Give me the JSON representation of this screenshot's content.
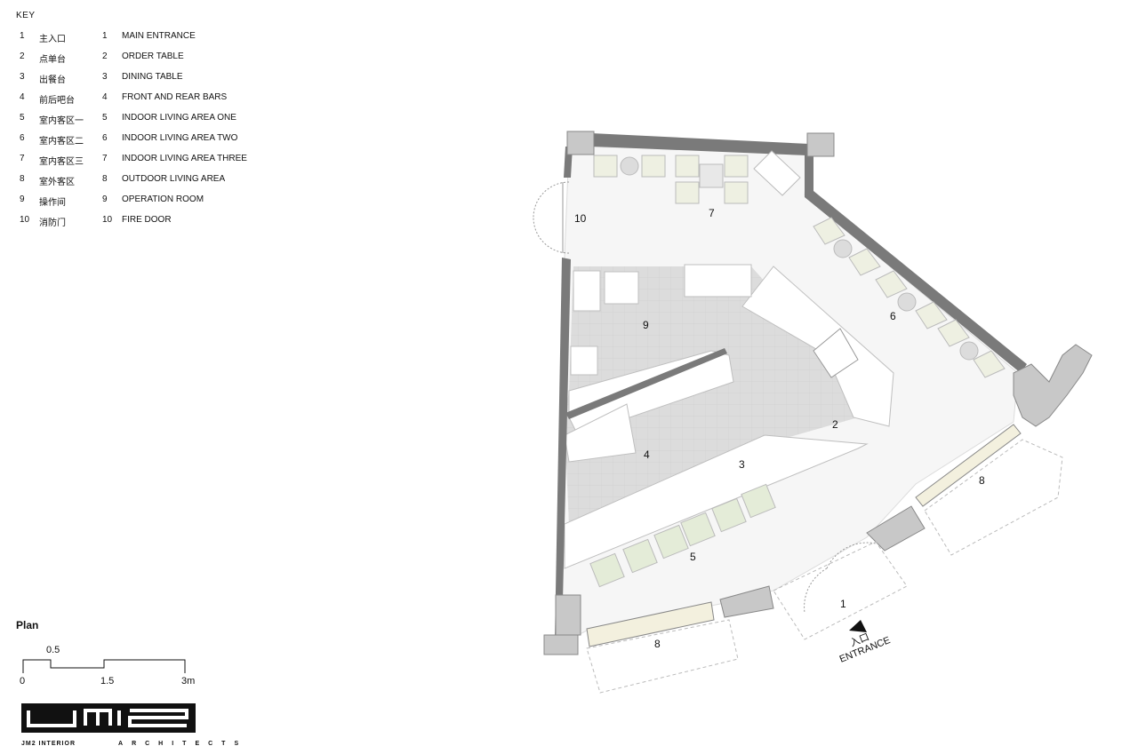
{
  "key": {
    "title": "KEY",
    "items": [
      {
        "num": "1",
        "cn": "主入口",
        "en": "MAIN ENTRANCE"
      },
      {
        "num": "2",
        "cn": "点单台",
        "en": "ORDER  TABLE"
      },
      {
        "num": "3",
        "cn": "出餐台",
        "en": "DINING TABLE"
      },
      {
        "num": "4",
        "cn": "前后吧台",
        "en": "FRONT AND REAR BARS"
      },
      {
        "num": "5",
        "cn": "室内客区一",
        "en": "INDOOR LIVING AREA ONE"
      },
      {
        "num": "6",
        "cn": "室内客区二",
        "en": "INDOOR LIVING AREA TWO"
      },
      {
        "num": "7",
        "cn": "室内客区三",
        "en": "INDOOR LIVING AREA THREE"
      },
      {
        "num": "8",
        "cn": "室外客区",
        "en": "OUTDOOR LIVING AREA"
      },
      {
        "num": "9",
        "cn": "操作间",
        "en": "OPERATION ROOM"
      },
      {
        "num": "10",
        "cn": "消防门",
        "en": "FIRE DOOR"
      }
    ]
  },
  "plan": {
    "title": "Plan",
    "scale": {
      "labels": [
        "0.5",
        "0",
        "1.5",
        "3m"
      ]
    },
    "room_labels": [
      "10",
      "7",
      "9",
      "6",
      "2",
      "4",
      "3",
      "8",
      "5",
      "1",
      "8"
    ],
    "entrance_cn": "入口",
    "entrance_en": "ENTRANCE"
  },
  "logo": {
    "text": "JM2",
    "subtitle_left": "JM2 INTERIOR",
    "subtitle_right": "ARCHITECTS"
  },
  "colors": {
    "wall": "#7a7a7a",
    "column": "#c8c8c8",
    "floor_light": "#f5f5f5",
    "floor_tile": "#dedede",
    "seat": "#eef0e2",
    "seat_green": "#dde8d8"
  }
}
